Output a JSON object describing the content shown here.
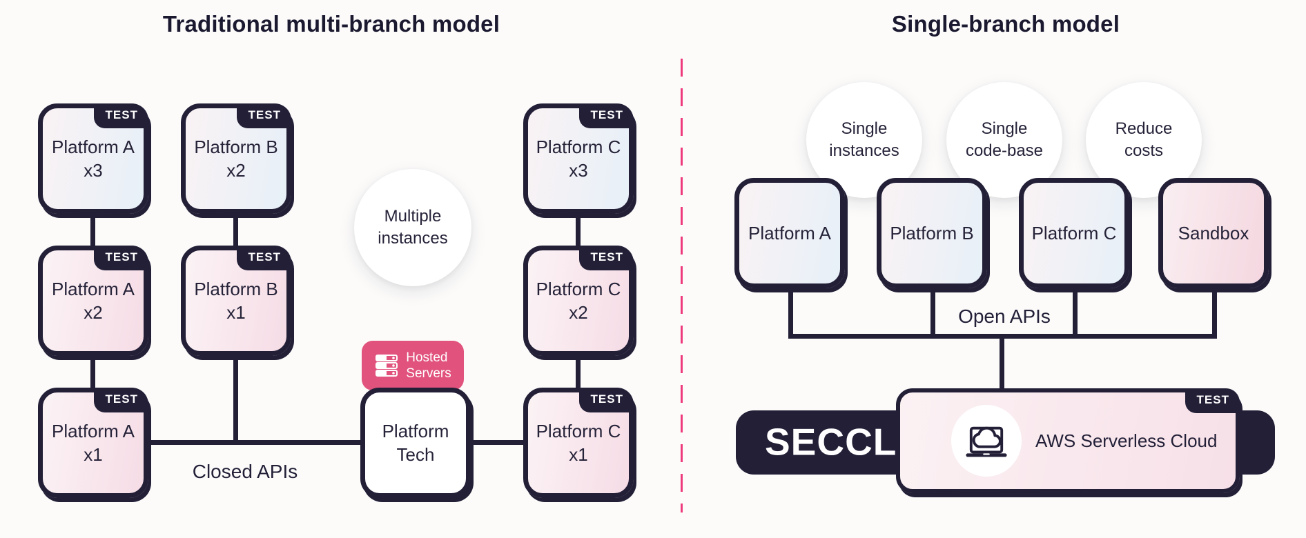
{
  "left": {
    "title": "Traditional multi-branch model",
    "test_badge": "TEST",
    "column_a": [
      {
        "name": "Platform A",
        "qty": "x3"
      },
      {
        "name": "Platform A",
        "qty": "x2"
      },
      {
        "name": "Platform A",
        "qty": "x1"
      }
    ],
    "column_b": [
      {
        "name": "Platform B",
        "qty": "x2"
      },
      {
        "name": "Platform B",
        "qty": "x1"
      }
    ],
    "column_c": [
      {
        "name": "Platform C",
        "qty": "x3"
      },
      {
        "name": "Platform C",
        "qty": "x2"
      },
      {
        "name": "Platform C",
        "qty": "x1"
      }
    ],
    "bubble": {
      "line1": "Multiple",
      "line2": "instances"
    },
    "hosted_servers": {
      "line1": "Hosted",
      "line2": "Servers"
    },
    "platform_tech": {
      "line1": "Platform",
      "line2": "Tech"
    },
    "closed_apis_label": "Closed APIs"
  },
  "right": {
    "title": "Single-branch model",
    "test_badge": "TEST",
    "bubbles": [
      {
        "line1": "Single",
        "line2": "instances"
      },
      {
        "line1": "Single",
        "line2": "code-base"
      },
      {
        "line1": "Reduce",
        "line2": "costs"
      }
    ],
    "boxes": [
      {
        "name": "Platform A"
      },
      {
        "name": "Platform B"
      },
      {
        "name": "Platform C"
      },
      {
        "name": "Sandbox"
      }
    ],
    "open_apis_label": "Open APIs",
    "brand": "SECCL",
    "cloud_label": "AWS Serverless Cloud"
  },
  "colors": {
    "ink": "#221f37",
    "accent_pink": "#e1527d",
    "divider_pink": "#ee3a7d"
  }
}
